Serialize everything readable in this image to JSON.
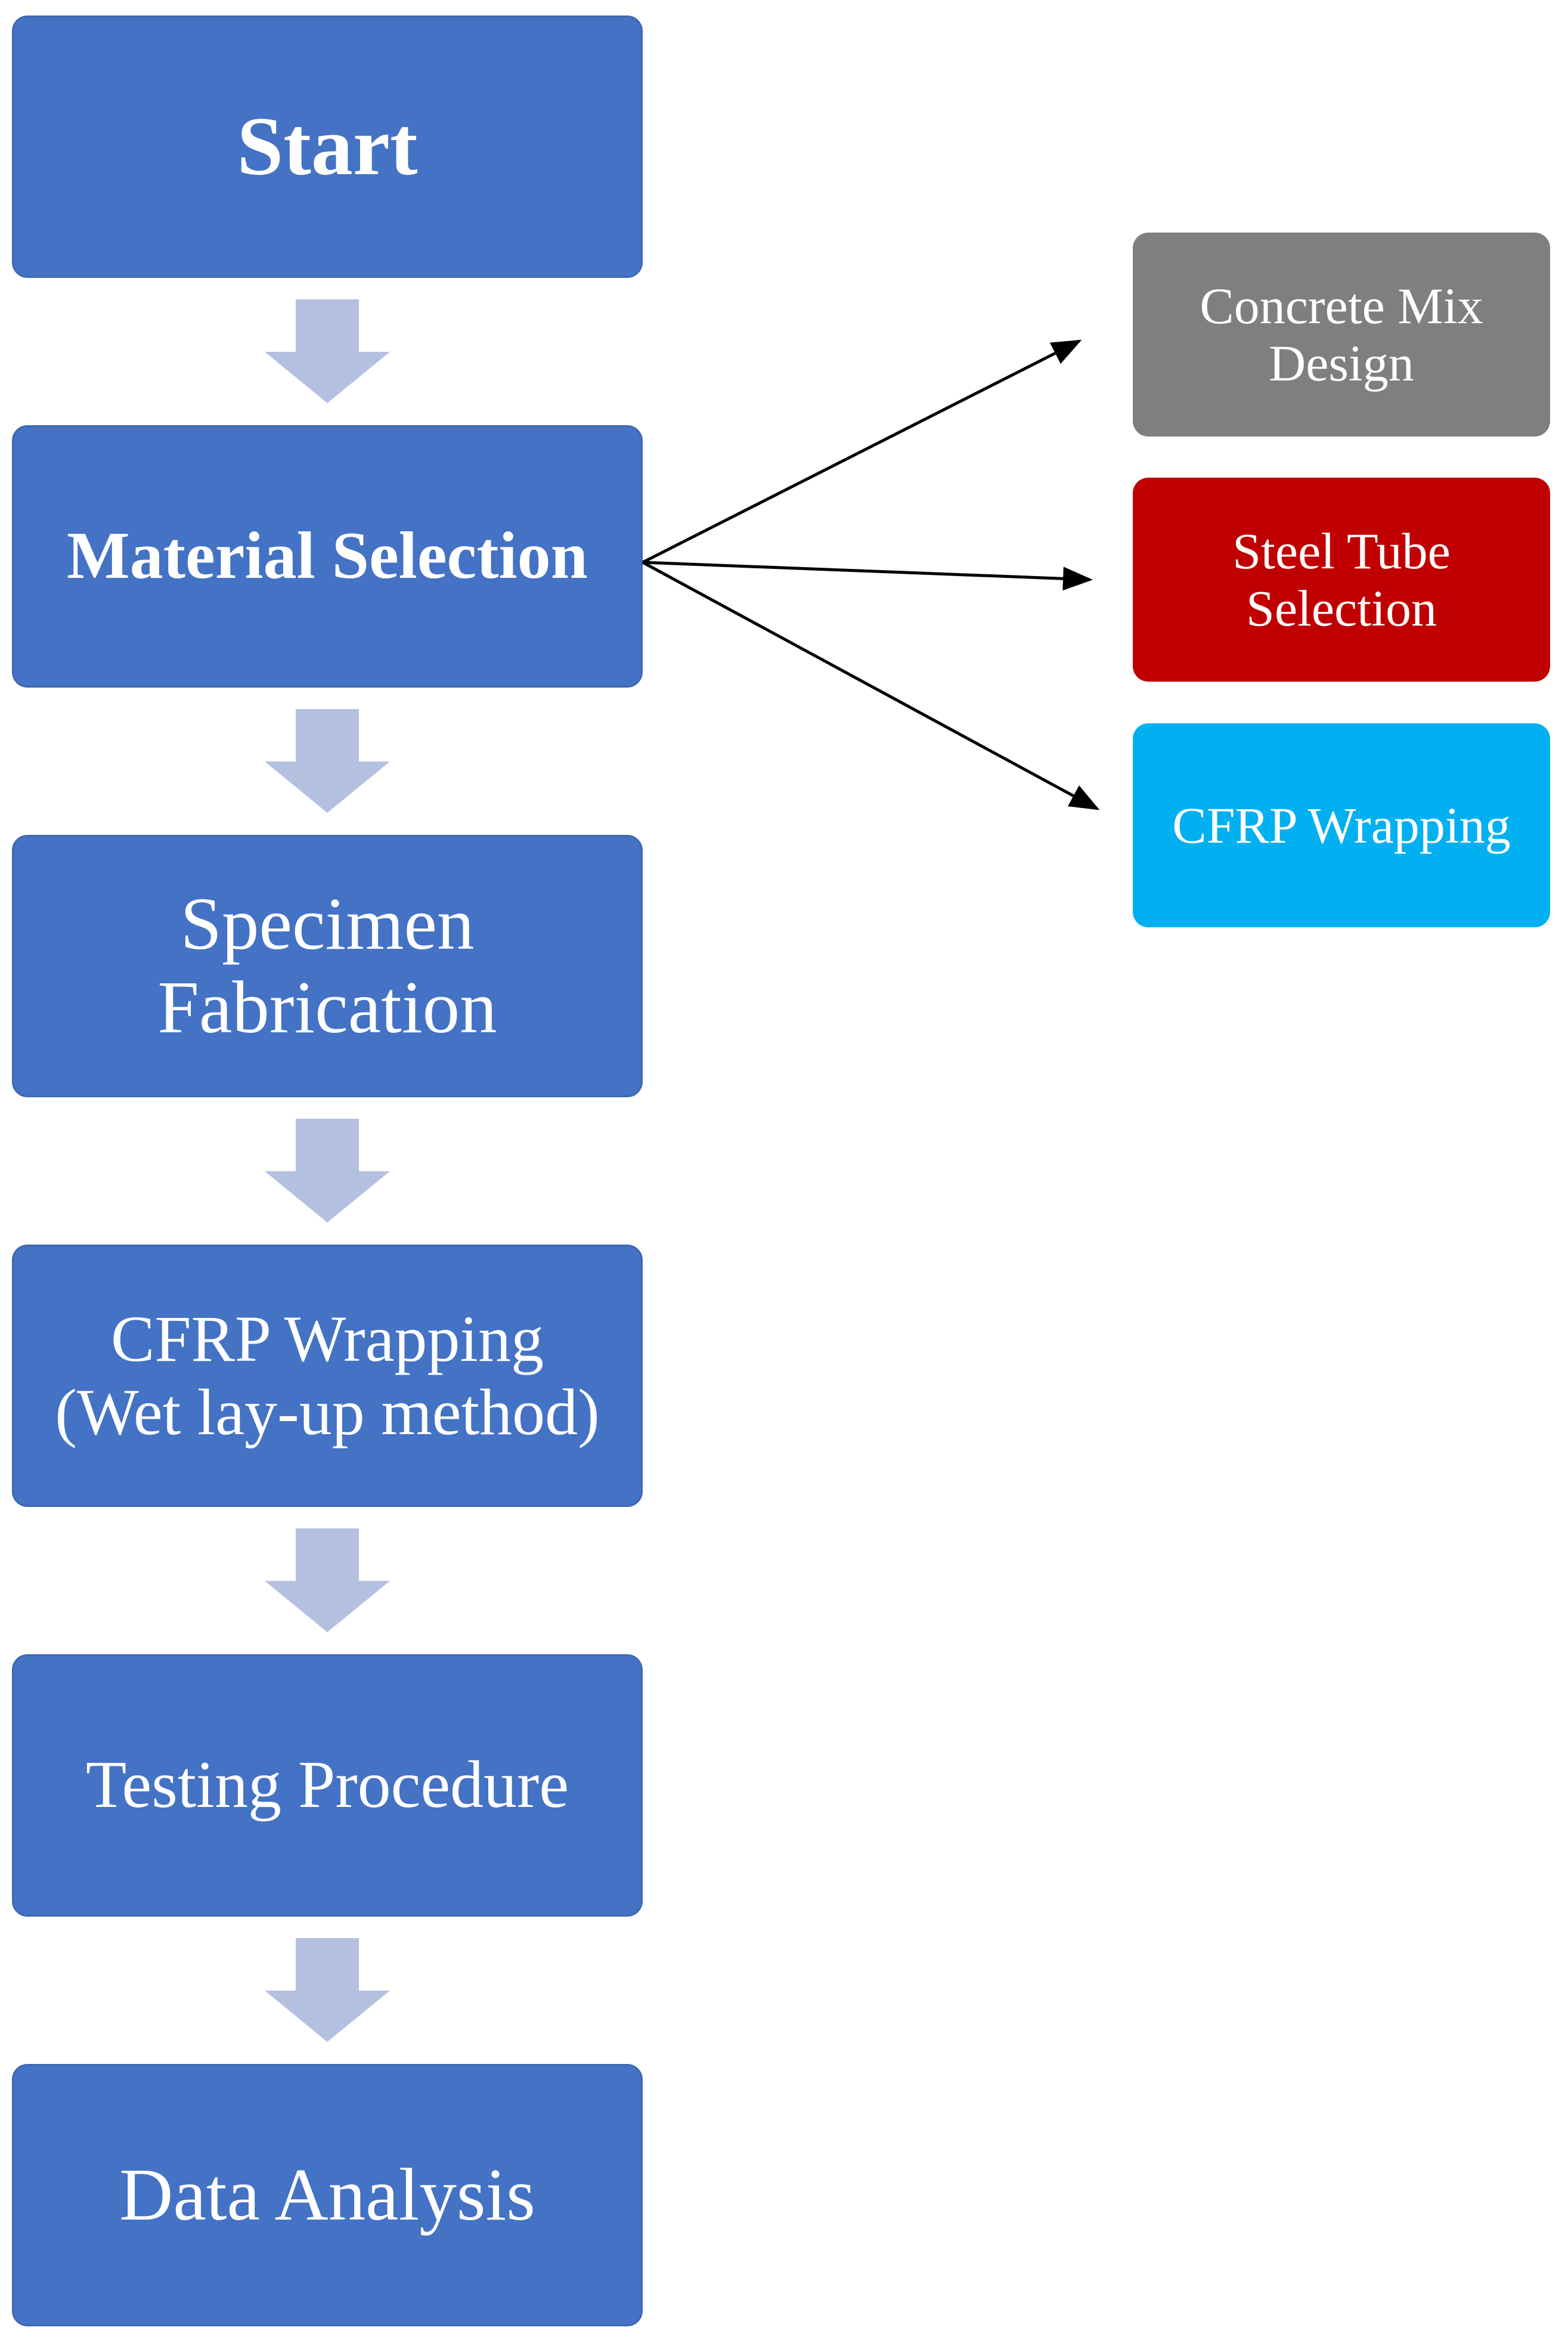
{
  "steps": {
    "start": "Start",
    "material_selection": "Material Selection",
    "specimen_fabrication": "Specimen\nFabrication",
    "cfrp_wrapping_wet": "CFRP Wrapping\n(Wet lay-up method)",
    "testing_procedure": "Testing Procedure",
    "data_analysis": "Data Analysis"
  },
  "materials": {
    "concrete_mix": "Concrete Mix\nDesign",
    "steel_tube": "Steel Tube\nSelection",
    "cfrp_wrapping": "CFRP Wrapping"
  },
  "colors": {
    "main_box": "#4472c4",
    "flow_arrow": "#b4c0e0",
    "concrete_mix_box": "#7f7f7f",
    "steel_tube_box": "#c00000",
    "cfrp_box": "#00b0f0",
    "connector": "#000000"
  }
}
